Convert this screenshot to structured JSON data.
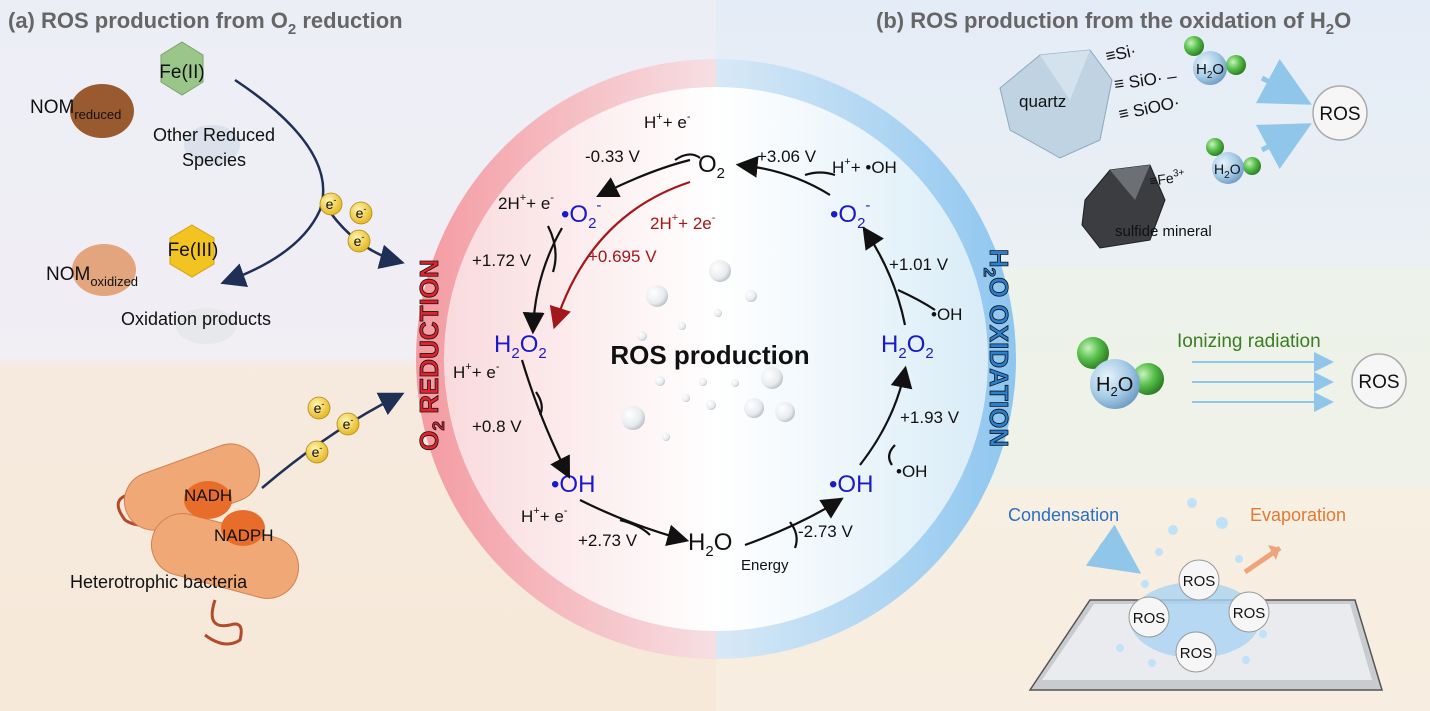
{
  "panel_a": {
    "title_main": "(a) ROS production from O",
    "title_sub": "2",
    "title_end": " reduction",
    "fe2": "Fe(II)",
    "nom_reduced": "NOM",
    "nom_reduced_sub": "reduced",
    "other_reduced_1": "Other Reduced",
    "other_reduced_2": "Species",
    "fe3": "Fe(III)",
    "nom_oxidized": "NOM",
    "nom_oxidized_sub": "oxidized",
    "oxidation_products": "Oxidation products",
    "electron": "e",
    "electron_sup": "-",
    "nadh": "NADH",
    "nadph": "NADPH",
    "bacteria": "Heterotrophic bacteria",
    "ring_label_o": "O",
    "ring_label_sub": "2",
    "ring_label_rest": " REDUCTION"
  },
  "panel_b": {
    "title_main": "(b) ROS production from the oxidation of H",
    "title_sub": "2",
    "title_end": "O",
    "si1": "≡Si·",
    "si2": "≡ SiO· –",
    "si3": "≡ SiOO·",
    "quartz": "quartz",
    "fe3_site": "≡Fe",
    "fe3_sup": "3+",
    "sulfide": "sulfide mineral",
    "h2o": "H",
    "h2o_sub": "2",
    "h2o_o": "O",
    "ros": "ROS",
    "ionizing": "Ionizing radiation",
    "condensation": "Condensation",
    "evaporation": "Evaporation",
    "ring_label_h": "H",
    "ring_label_sub": "2",
    "ring_label_rest": "O OXIDATION"
  },
  "cycle": {
    "center_title": "ROS production",
    "o2_top": "O",
    "o2_top_sub": "2",
    "h2o_bottom": "H",
    "h2o_bottom_sub": "2",
    "h2o_bottom_o": "O",
    "energy": "Energy",
    "left_o2": "•O",
    "left_o2_sub": "2",
    "left_o2_sup": "-",
    "left_h2o2": "H",
    "left_h2o2_sub1": "2",
    "left_h2o2_o": "O",
    "left_h2o2_sub2": "2",
    "left_oh": "•OH",
    "right_o2": "•O",
    "right_o2_sub": "2",
    "right_o2_sup": "-",
    "right_h2o2": "H",
    "right_h2o2_sub1": "2",
    "right_h2o2_o": "O",
    "right_h2o2_sub2": "2",
    "right_oh": "•OH",
    "lbl_he_top": "H",
    "lbl_he_top_sup": "+",
    "lbl_he_top_rest": "+ e",
    "lbl_he_top_sup2": "-",
    "v_033": "-0.33 V",
    "lbl_2he": "2H",
    "lbl_2he_sup": "+",
    "lbl_2he_rest": "+ e",
    "lbl_2he_sup2": "-",
    "v_172": "+1.72 V",
    "red_2he": "2H",
    "red_2he_sup": "+",
    "red_2he_rest": "+ 2e",
    "red_2he_sup2": "-",
    "red_v": "+0.695 V",
    "lbl_he_mid": "H",
    "lbl_he_mid_sup": "+",
    "lbl_he_mid_rest": "+ e",
    "lbl_he_mid_sup2": "-",
    "v_08": "+0.8 V",
    "lbl_he_low": "H",
    "lbl_he_low_sup": "+",
    "lbl_he_low_rest": "+ e",
    "lbl_he_low_sup2": "-",
    "v_273p": "+2.73 V",
    "v_273m": "-2.73 V",
    "v_193": "+1.93 V",
    "oh_in_1": "•OH",
    "v_101": "+1.01 V",
    "oh_in_2": "•OH",
    "v_306": "+3.06 V",
    "lbl_hoh": "H",
    "lbl_hoh_sup": "+",
    "lbl_hoh_rest": "+ •OH"
  },
  "colors": {
    "blue_species": "#1a1ac8",
    "red_path": "#a3161a",
    "ring_red": "#f3a8ac",
    "ring_blue": "#a9d3f3",
    "green_text": "#3a7d22",
    "condensation": "#2a6fc2",
    "evaporation": "#e07a36"
  }
}
